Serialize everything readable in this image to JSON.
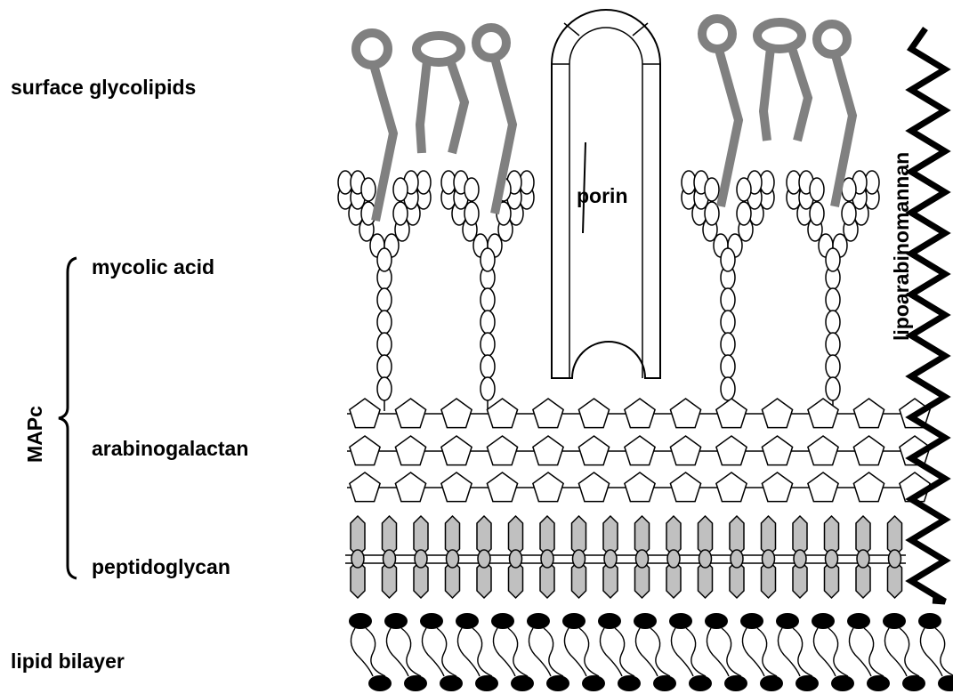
{
  "labels": {
    "surface_glycolipids": "surface glycolipids",
    "mycolic_acid": "mycolic acid",
    "mapc": "MAPc",
    "arabinogalactan": "arabinogalactan",
    "peptidoglycan": "peptidoglycan",
    "lipid_bilayer": "lipid bilayer",
    "porin": "porin",
    "lipoarabinomannan": "lipoarabinomannan"
  },
  "colors": {
    "line": "#000000",
    "glycolipid": "#808080",
    "peptidoglycan_fill": "#c0c0c0",
    "lipoarabinomannan": "#000000",
    "background": "#ffffff"
  }
}
